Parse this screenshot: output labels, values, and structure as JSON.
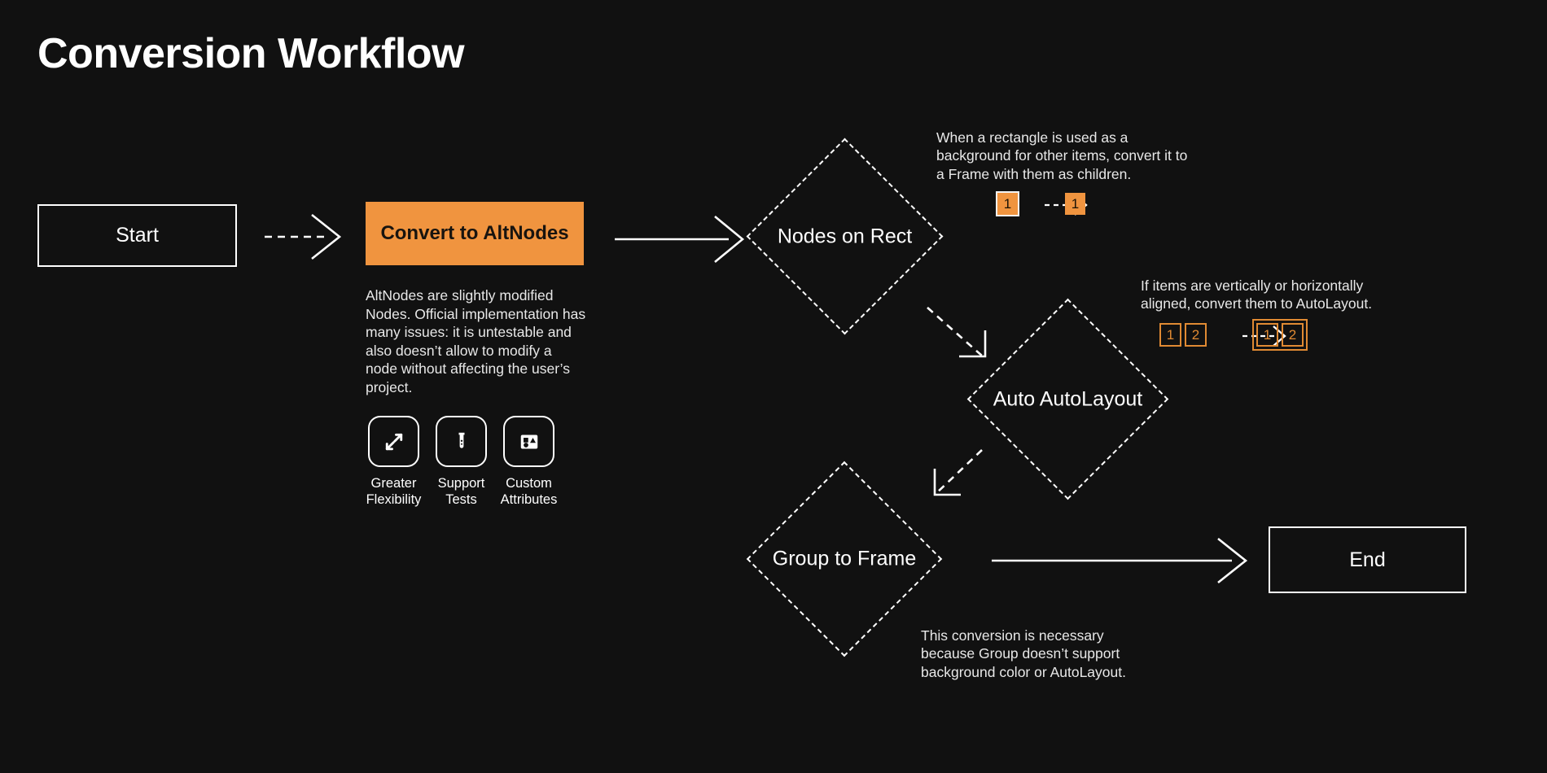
{
  "page": {
    "title": "Conversion Workflow",
    "background_color": "#111111",
    "accent_color": "#f0943f",
    "text_color": "#ffffff"
  },
  "nodes": {
    "start": {
      "label": "Start"
    },
    "convert": {
      "label": "Convert to AltNodes",
      "description": "AltNodes are slightly modified Nodes. Official implementation has many issues: it is untestable and also doesn’t allow to modify a node without affecting the user’s project."
    },
    "nodes_on_rect": {
      "label": "Nodes on Rect"
    },
    "auto_autolayout": {
      "label": "Auto AutoLayout"
    },
    "group_to_frame": {
      "label": "Group to Frame"
    },
    "end": {
      "label": "End"
    }
  },
  "features": [
    {
      "icon": "expand-arrows-icon",
      "line1": "Greater",
      "line2": "Flexibility"
    },
    {
      "icon": "test-tube-icon",
      "line1": "Support",
      "line2": "Tests"
    },
    {
      "icon": "shapes-icon",
      "line1": "Custom",
      "line2": "Attributes"
    }
  ],
  "annotations": {
    "nodes_on_rect": {
      "text": "When a rectangle is used as a background for other items, convert it to a Frame with them as children.",
      "before": [
        "1"
      ],
      "after": [
        "1"
      ]
    },
    "auto_autolayout": {
      "text": "If items are vertically or horizontally aligned, convert them to AutoLayout.",
      "before": [
        "1",
        "2"
      ],
      "after": [
        "1",
        "2"
      ]
    },
    "group_to_frame": {
      "text": "This conversion is necessary because Group doesn’t support background color or AutoLayout."
    }
  },
  "edges": [
    {
      "from": "start",
      "to": "convert",
      "style": "dashed"
    },
    {
      "from": "convert",
      "to": "nodes_on_rect",
      "style": "solid"
    },
    {
      "from": "nodes_on_rect",
      "to": "auto_autolayout",
      "style": "dashed"
    },
    {
      "from": "auto_autolayout",
      "to": "group_to_frame",
      "style": "dashed"
    },
    {
      "from": "group_to_frame",
      "to": "end",
      "style": "solid"
    }
  ]
}
